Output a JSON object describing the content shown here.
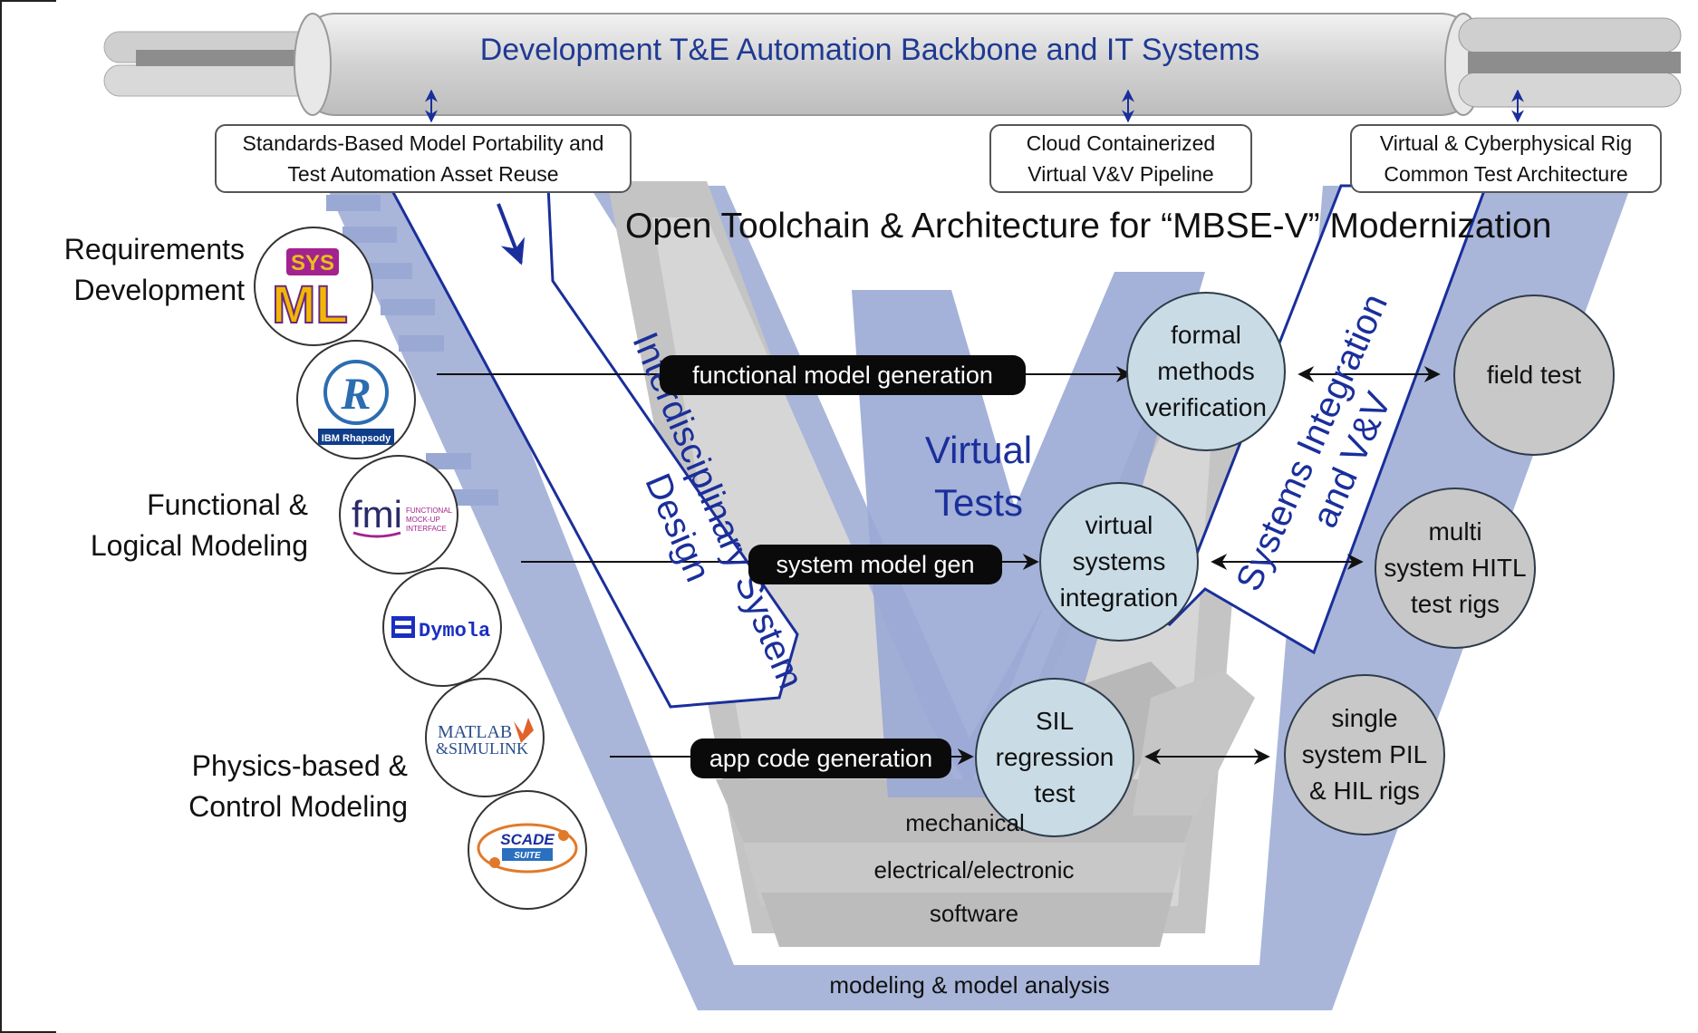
{
  "backbone": {
    "title": "Development T&E Automation Backbone and IT Systems"
  },
  "callouts": {
    "standards": [
      "Standards-Based Model Portability and",
      "Test Automation Asset Reuse"
    ],
    "cloud": [
      "Cloud Containerized",
      "Virtual V&V Pipeline"
    ],
    "rig": [
      "Virtual & Cyberphysical Rig",
      "Common Test Architecture"
    ]
  },
  "main_title": "Open Toolchain & Architecture for “MBSE-V” Modernization",
  "left_labels": {
    "requirements": [
      "Requirements",
      "Development"
    ],
    "functional": [
      "Functional &",
      "Logical Modeling"
    ],
    "physics": [
      "Physics-based &",
      "Control Modeling"
    ]
  },
  "tools": {
    "sysml": "SYS ML",
    "rhapsody": "IBM Rhapsody",
    "rhapsody_mark": "R",
    "fmi": "fmi",
    "fmi_sub": [
      "FUNCTIONAL",
      "MOCK-UP",
      "INTERFACE"
    ],
    "dymola": "Dymola",
    "matlab": [
      "MATLAB",
      "&SIMULINK"
    ],
    "scade": [
      "SCADE",
      "SUITE"
    ]
  },
  "pills": {
    "functional": "functional model generation",
    "system": "system model gen",
    "app": "app code generation"
  },
  "nodes": {
    "formal": [
      "formal",
      "methods",
      "verification"
    ],
    "virtual_sys": [
      "virtual",
      "systems",
      "integration"
    ],
    "sil": [
      "SIL",
      "regression",
      "test"
    ],
    "field": [
      "field test"
    ],
    "hitl": [
      "multi",
      "system HITL",
      "test rigs"
    ],
    "pil": [
      "single",
      "system PIL",
      "& HIL rigs"
    ]
  },
  "v_labels": {
    "left_arm": [
      "Interdisciplinary System",
      "Design"
    ],
    "right_arm": [
      "Systems Integration",
      "and V&V"
    ],
    "virtual_tests": [
      "Virtual",
      "Tests"
    ]
  },
  "layers": {
    "mechanical": "mechanical",
    "electrical": "electrical/electronic",
    "software": "software",
    "modeling": "modeling & model analysis"
  },
  "colors": {
    "accent_blue": "#1a2f9b",
    "v_blue": "#9aa9d4",
    "v_gray": "#c4c4c4",
    "node_blue": "#c9dce6",
    "node_gray": "#c8c8c8"
  }
}
